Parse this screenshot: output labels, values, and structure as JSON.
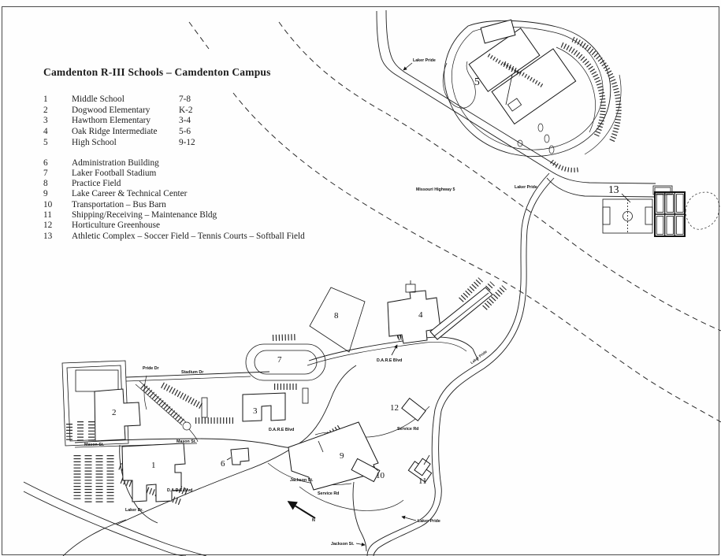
{
  "page": {
    "title": "Camdenton R-III Schools – Camdenton Campus"
  },
  "legend": {
    "schools": [
      {
        "num": "1",
        "name": "Middle School",
        "grades": "7-8"
      },
      {
        "num": "2",
        "name": "Dogwood Elementary",
        "grades": "K-2"
      },
      {
        "num": "3",
        "name": "Hawthorn Elementary",
        "grades": "3-4"
      },
      {
        "num": "4",
        "name": "Oak Ridge Intermediate",
        "grades": "5-6"
      },
      {
        "num": "5",
        "name": "High School",
        "grades": "9-12"
      }
    ],
    "facilities": [
      {
        "num": "6",
        "name": "Administration Building"
      },
      {
        "num": "7",
        "name": "Laker Football Stadium"
      },
      {
        "num": "8",
        "name": "Practice Field"
      },
      {
        "num": "9",
        "name": "Lake Career & Technical Center"
      },
      {
        "num": "10",
        "name": "Transportation – Bus Barn"
      },
      {
        "num": "11",
        "name": "Shipping/Receiving – Maintenance Bldg"
      },
      {
        "num": "12",
        "name": "Horticulture Greenhouse"
      },
      {
        "num": "13",
        "name": "Athletic Complex – Soccer Field – Tennis Courts – Softball Field"
      }
    ]
  },
  "map": {
    "labels": {
      "laker_pride": "Laker Pride",
      "missouri_highway": "Missouri Highway 5",
      "dare_blvd": "D.A.R.E Blvd",
      "pride_dr": "Pride Dr",
      "stadium_dr": "Stadium Dr",
      "mason_st": "Mason St.",
      "service_rd": "Service Rd",
      "jackson_st": "Jackson St.",
      "laker_dr": "Laker Dr.",
      "north": "N"
    },
    "building_numbers": {
      "b1": "1",
      "b2": "2",
      "b3": "3",
      "b4": "4",
      "b5": "5",
      "b6": "6",
      "b7": "7",
      "b8": "8",
      "b9": "9",
      "b10": "10",
      "b11": "11",
      "b12": "12",
      "b13": "13"
    }
  },
  "colors": {
    "ink": "#1c1c1c",
    "paper": "#ffffff"
  }
}
